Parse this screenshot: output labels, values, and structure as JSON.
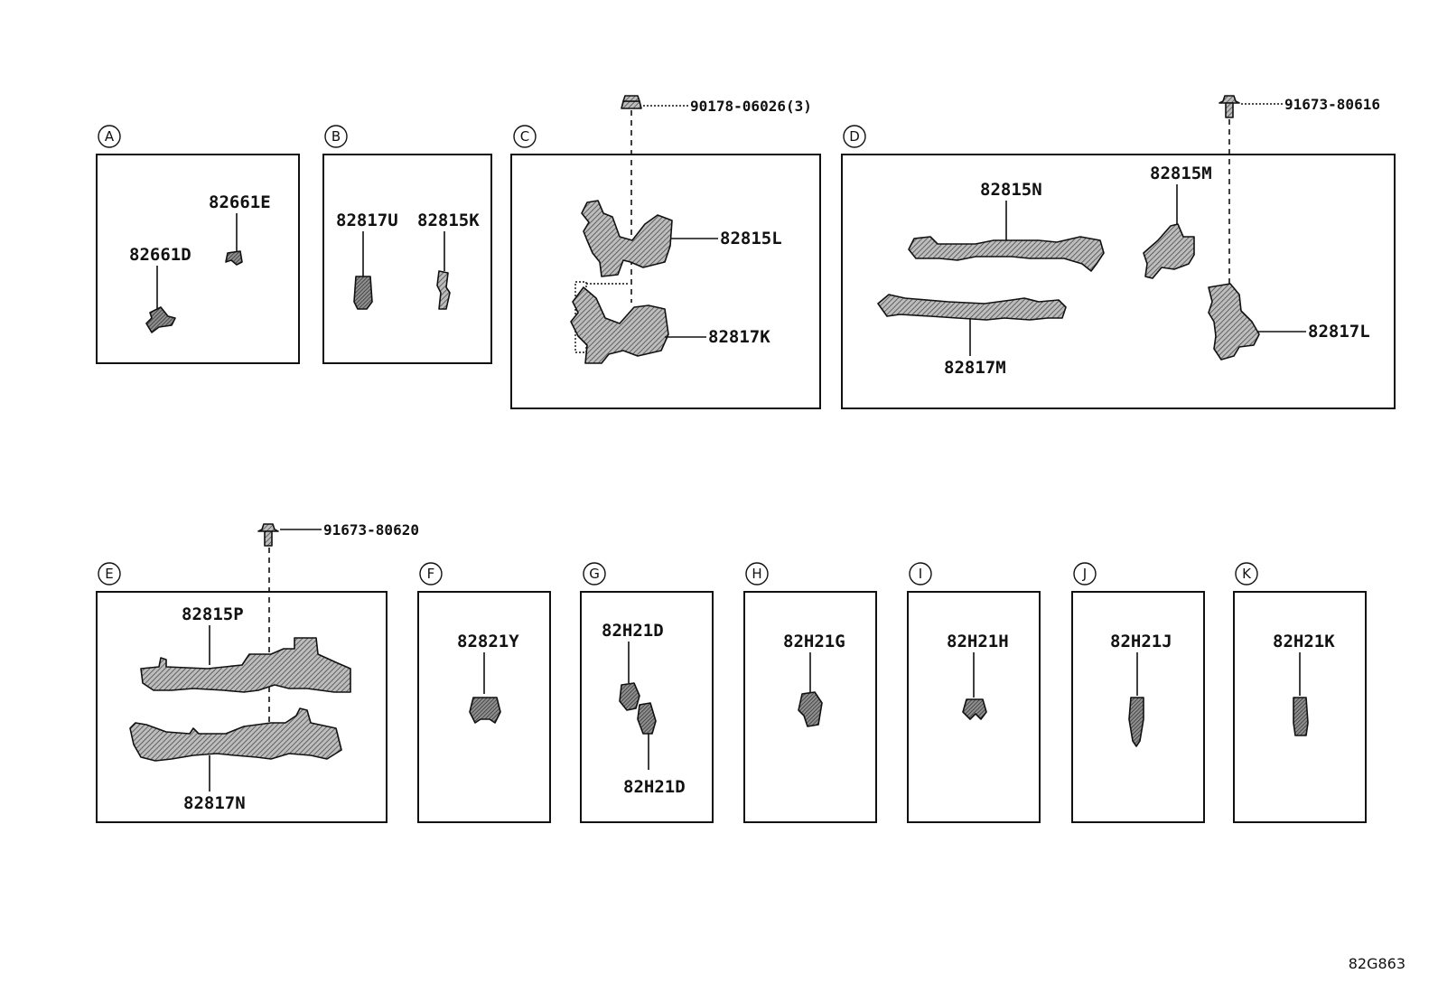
{
  "panels": {
    "A": {
      "letter": "A",
      "parts": [
        "82661E",
        "82661D"
      ]
    },
    "B": {
      "letter": "B",
      "parts": [
        "82817U",
        "82815K"
      ]
    },
    "C": {
      "letter": "C",
      "parts": [
        "82815L",
        "82817K"
      ],
      "fastener": "90178-06026(3)"
    },
    "D": {
      "letter": "D",
      "parts": [
        "82815N",
        "82815M",
        "82817M",
        "82817L"
      ],
      "fastener": "91673-80616"
    },
    "E": {
      "letter": "E",
      "parts": [
        "82815P",
        "82817N"
      ],
      "fastener": "91673-80620"
    },
    "F": {
      "letter": "F",
      "parts": [
        "82821Y"
      ]
    },
    "G": {
      "letter": "G",
      "parts": [
        "82H21D",
        "82H21D"
      ]
    },
    "H": {
      "letter": "H",
      "parts": [
        "82H21G"
      ]
    },
    "I": {
      "letter": "I",
      "parts": [
        "82H21H"
      ]
    },
    "J": {
      "letter": "J",
      "parts": [
        "82H21J"
      ]
    },
    "K": {
      "letter": "K",
      "parts": [
        "82H21K"
      ]
    }
  },
  "diagram_code": "82G863"
}
